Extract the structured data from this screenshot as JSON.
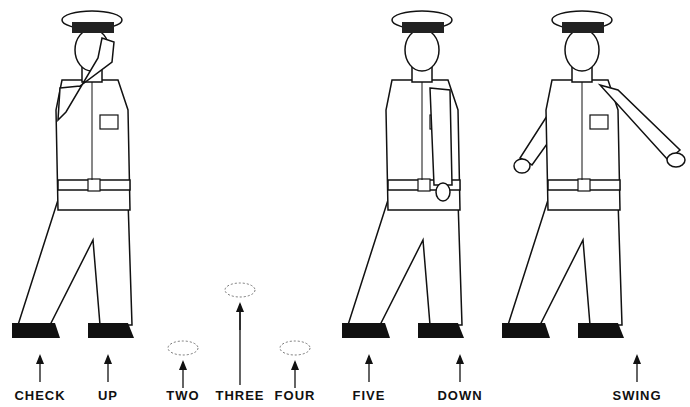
{
  "diagram": {
    "labels": [
      "CHECK",
      "UP",
      "TWO",
      "THREE",
      "FOUR",
      "FIVE",
      "DOWN",
      "SWING"
    ]
  }
}
